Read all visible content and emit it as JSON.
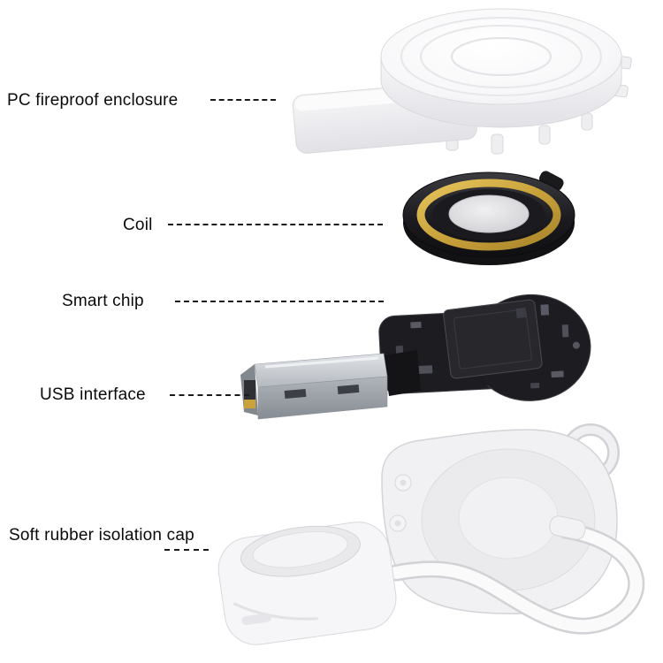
{
  "diagram": {
    "labels": [
      {
        "text": "PC fireproof enclosure"
      },
      {
        "text": "Coil"
      },
      {
        "text": "Smart chip"
      },
      {
        "text": "USB interface"
      },
      {
        "text": "Soft rubber isolation cap"
      }
    ],
    "parts": [
      {
        "name": "pc-fireproof-enclosure"
      },
      {
        "name": "coil"
      },
      {
        "name": "smart-chip-pcb"
      },
      {
        "name": "usb-plug"
      },
      {
        "name": "assembled-charger-with-cable"
      },
      {
        "name": "soft-rubber-isolation-cap"
      }
    ],
    "colors": {
      "background": "#ffffff",
      "label_text": "#0a0a0a",
      "leader_line": "#1a1a1a",
      "coil_gold": "#c9a23a",
      "pcb_black": "#1d1d21",
      "usb_metal": "#b7bcc2",
      "plastic_white": "#f3f3f6"
    }
  }
}
